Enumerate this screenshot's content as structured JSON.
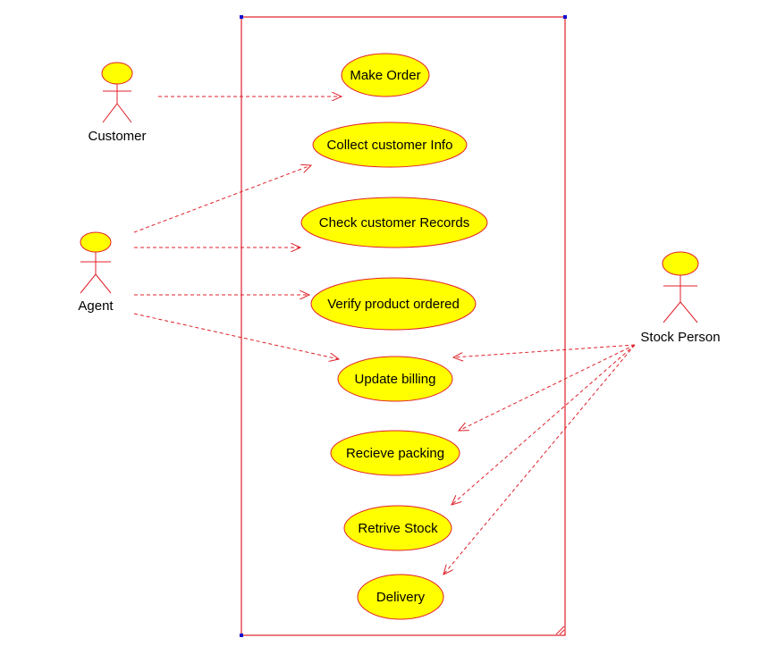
{
  "colors": {
    "stroke": "#e0202a",
    "fill": "#ffff00",
    "text": "#000000",
    "corner_marker": "#1010d0"
  },
  "actors": {
    "customer": "Customer",
    "agent": "Agent",
    "stock_person": "Stock Person"
  },
  "use_cases": {
    "make_order": "Make Order",
    "collect_info": "Collect customer Info",
    "check_records": "Check customer Records",
    "verify_product": "Verify product ordered",
    "update_billing": "Update billing",
    "recieve_packing": "Recieve packing",
    "retrive_stock": "Retrive Stock",
    "delivery": "Delivery"
  }
}
